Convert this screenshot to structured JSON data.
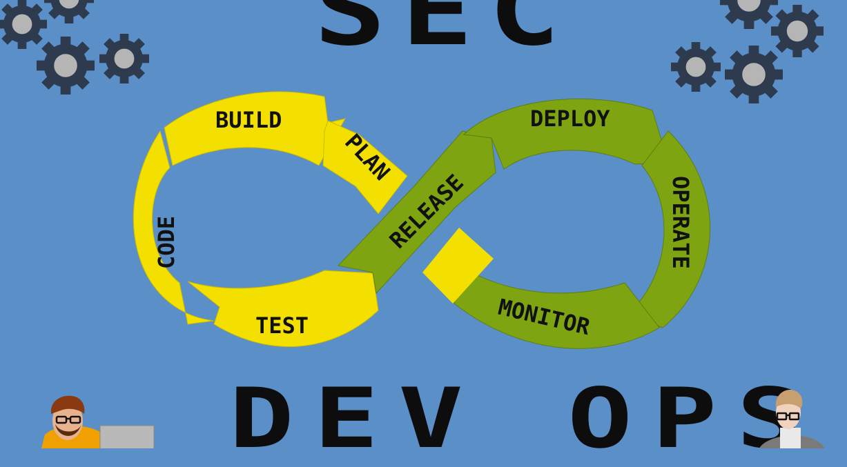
{
  "title_top": "SEC",
  "title_bottom": "DEV OPS",
  "stages": {
    "plan": "PLAN",
    "build": "BUILD",
    "code": "CODE",
    "test": "TEST",
    "release": "RELEASE",
    "deploy": "DEPLOY",
    "operate": "OPERATE",
    "monitor": "MONITOR"
  },
  "colors": {
    "background": "#5b8fc8",
    "dev_loop": "#f4e000",
    "ops_loop": "#7ea511",
    "gear": "#2e3b4e",
    "gear_hub": "#b5b5b5"
  },
  "icons": [
    "gear-icon",
    "developer-figure",
    "operator-figure",
    "laptop-icon"
  ]
}
